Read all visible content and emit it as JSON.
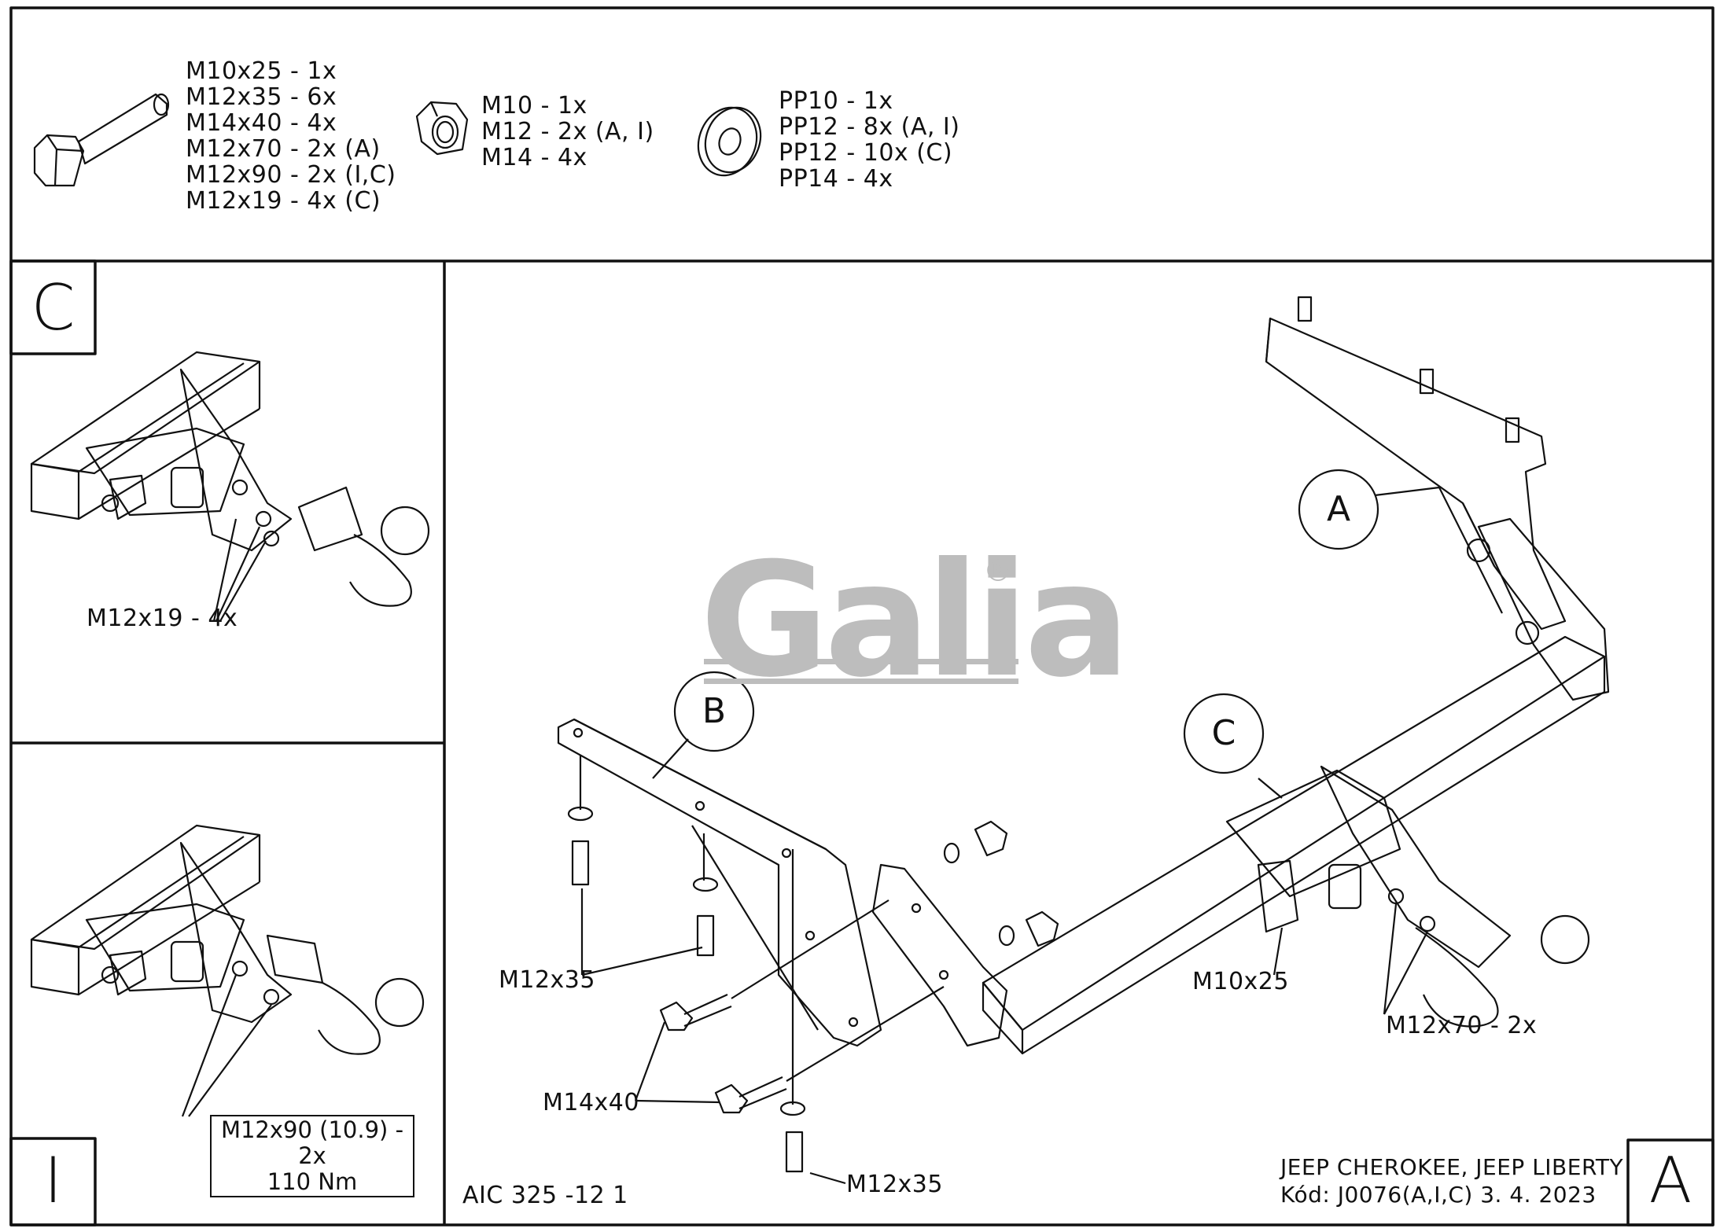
{
  "hardware": {
    "bolts": [
      "M10x25 - 1x",
      "M12x35 - 6x",
      "M14x40 - 4x",
      "M12x70 - 2x (A)",
      "M12x90 - 2x (I,C)",
      "M12x19 - 4x (C)"
    ],
    "nuts": [
      "M10 - 1x",
      "M12 - 2x (A, I)",
      "M14 - 4x"
    ],
    "washers": [
      "PP10 - 1x",
      "PP12 - 8x (A, I)",
      "PP12 - 10x (C)",
      "PP14 - 4x"
    ]
  },
  "panels": {
    "c": {
      "letter": "C",
      "label": "M12x19 - 4x"
    },
    "i": {
      "letter": "I",
      "label_line1": "M12x90 (10.9) - 2x",
      "label_line2": "110 Nm"
    },
    "main": {
      "letter": "A"
    }
  },
  "callouts": {
    "a": "A",
    "b": "B",
    "c": "C"
  },
  "labels": {
    "m12x35_left": "M12x35",
    "m14x40": "M14x40",
    "m12x35_bottom": "M12x35",
    "m10x25": "M10x25",
    "m12x70": "M12x70 - 2x"
  },
  "watermark": {
    "text": "Galia",
    "registered": "®"
  },
  "footer": {
    "drawing_no": "AIC 325 -12 1",
    "vehicle": "JEEP CHEROKEE, JEEP LIBERTY",
    "code": "Kód: J0076(A,I,C)  3. 4. 2023"
  }
}
